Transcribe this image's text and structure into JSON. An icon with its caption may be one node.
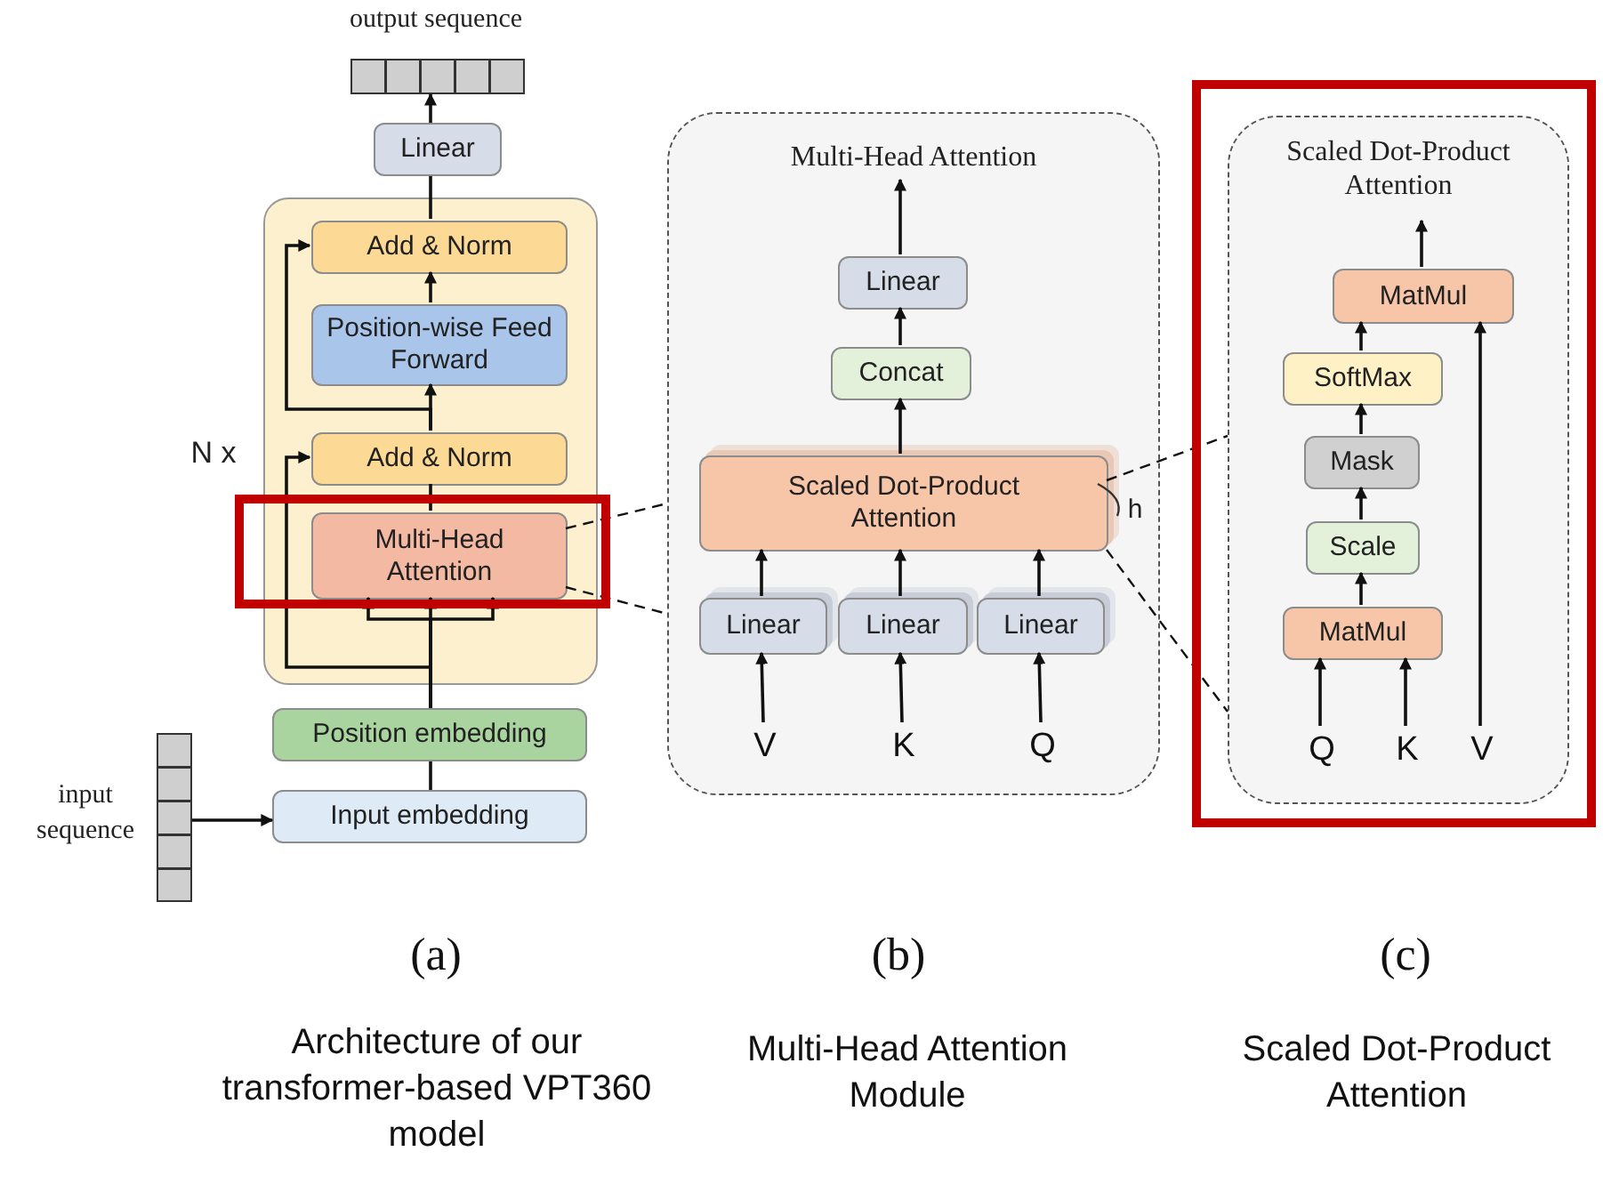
{
  "diagram": {
    "nodes": [
      {
        "text": [],
        "shape": "bar",
        "beside": [
          "output sequence"
        ]
      },
      {
        "text": [
          "Linear"
        ]
      },
      {
        "text": [],
        "shape": "box",
        "beside": [
          "N x"
        ]
      },
      {
        "text": [
          "Add & Norm"
        ],
        "in": 2
      },
      {
        "text": [
          "Position-wise Feed Forward"
        ],
        "in": 2
      },
      {
        "text": [
          "Add & Norm"
        ],
        "in": 2
      },
      {
        "text": [
          "Multi-Head Attention"
        ],
        "in": 2
      },
      {
        "text": [
          "Position embedding"
        ]
      },
      {
        "text": [
          "Input embedding"
        ]
      },
      {
        "text": [],
        "shape": "bar",
        "beside": [
          "input sequence"
        ]
      },
      {
        "text": [
          "Multi-Head Attention"
        ]
      },
      {
        "text": [
          "Linear"
        ],
        "in": 10
      },
      {
        "text": [
          "Concat"
        ],
        "in": 10
      },
      {
        "text": [
          "Scaled Dot-Product Attention"
        ],
        "in": 10,
        "beside": [
          "h"
        ]
      },
      {
        "text": [
          "Linear"
        ],
        "in": 10
      },
      {
        "text": [
          "Linear"
        ],
        "in": 10
      },
      {
        "text": [
          "Linear"
        ],
        "in": 10
      },
      {
        "text": [
          "V"
        ],
        "in": 10
      },
      {
        "text": [
          "K"
        ],
        "in": 10
      },
      {
        "text": [
          "Q"
        ],
        "in": 10
      },
      {
        "text": [
          "Scaled Dot-Product Attention"
        ]
      },
      {
        "text": [
          "MatMul"
        ],
        "in": 20
      },
      {
        "text": [
          "SoftMax"
        ],
        "in": 20
      },
      {
        "text": [
          "Mask"
        ],
        "in": 20
      },
      {
        "text": [
          "Scale"
        ],
        "in": 20
      },
      {
        "text": [
          "MatMul"
        ],
        "in": 20
      },
      {
        "text": [
          "Q"
        ],
        "in": 20
      },
      {
        "text": [
          "K"
        ],
        "in": 20
      },
      {
        "text": [
          "V"
        ],
        "in": 20
      }
    ],
    "edges": [
      {
        "from": 1,
        "to": 0,
        "arrow": "to"
      },
      {
        "from": 3,
        "to": 1,
        "arrow": "none"
      },
      {
        "from": 4,
        "to": 3,
        "arrow": "to"
      },
      {
        "from": 5,
        "to": 4,
        "arrow": "to"
      },
      {
        "from": 5,
        "to": 3,
        "arrow": "to"
      },
      {
        "from": 6,
        "to": 5,
        "arrow": "none"
      },
      {
        "from": 7,
        "to": 5,
        "arrow": "to"
      },
      {
        "from": 7,
        "to": 6,
        "arrow": "to"
      },
      {
        "from": 7,
        "to": 6,
        "arrow": "to"
      },
      {
        "from": 7,
        "to": 6,
        "arrow": "to"
      },
      {
        "from": 8,
        "to": 7,
        "arrow": "none"
      },
      {
        "from": 9,
        "to": 8,
        "arrow": "to"
      },
      {
        "from": 11,
        "to": null,
        "arrow": "to"
      },
      {
        "from": 12,
        "to": 11,
        "arrow": "to"
      },
      {
        "from": 13,
        "to": 12,
        "arrow": "to"
      },
      {
        "from": 14,
        "to": 13,
        "arrow": "to"
      },
      {
        "from": 15,
        "to": 13,
        "arrow": "to"
      },
      {
        "from": 16,
        "to": 13,
        "arrow": "to"
      },
      {
        "from": 17,
        "to": 14,
        "arrow": "to"
      },
      {
        "from": 18,
        "to": 15,
        "arrow": "to"
      },
      {
        "from": 19,
        "to": 16,
        "arrow": "to"
      },
      {
        "from": 21,
        "to": null,
        "arrow": "to"
      },
      {
        "from": 22,
        "to": 21,
        "arrow": "to"
      },
      {
        "from": 23,
        "to": 22,
        "arrow": "to"
      },
      {
        "from": 24,
        "to": 23,
        "arrow": "to"
      },
      {
        "from": 25,
        "to": 24,
        "arrow": "to"
      },
      {
        "from": 26,
        "to": 25,
        "arrow": "to"
      },
      {
        "from": 27,
        "to": 25,
        "arrow": "to"
      },
      {
        "from": 28,
        "to": 21,
        "arrow": "to"
      },
      {
        "from": 6,
        "to": 10,
        "arrow": "none",
        "style": "dashed"
      },
      {
        "from": 6,
        "to": 10,
        "arrow": "none",
        "style": "dashed"
      },
      {
        "from": 13,
        "to": 20,
        "arrow": "none",
        "style": "dashed"
      },
      {
        "from": 13,
        "to": 20,
        "arrow": "none",
        "style": "dashed"
      }
    ],
    "labels": [
      "(a)",
      "(b)",
      "(c)",
      "Architecture of our transformer-based VPT360 model",
      "Multi-Head Attention Module",
      "Scaled Dot-Product Attention"
    ]
  }
}
